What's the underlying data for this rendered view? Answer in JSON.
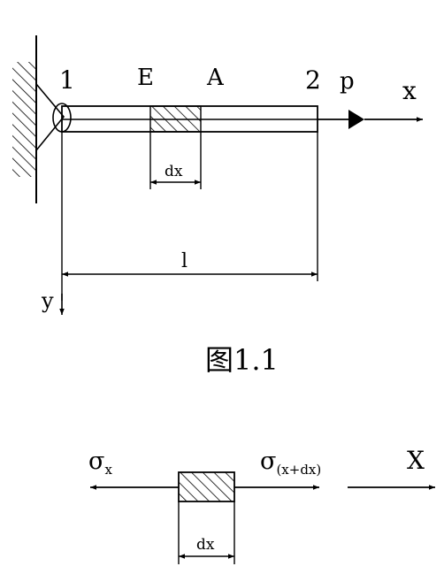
{
  "figure1": {
    "node_start": "1",
    "node_end": "2",
    "modulus": "E",
    "area": "A",
    "force": "p",
    "axis_x": "x",
    "axis_y": "y",
    "element": "dx",
    "length": "l",
    "caption": "图1.1"
  },
  "figure2": {
    "sigma_left": "σ",
    "sigma_left_sub": "x",
    "sigma_right": "σ",
    "sigma_right_sub": "(x+dx)",
    "axis_x": "X",
    "element": "dx"
  }
}
